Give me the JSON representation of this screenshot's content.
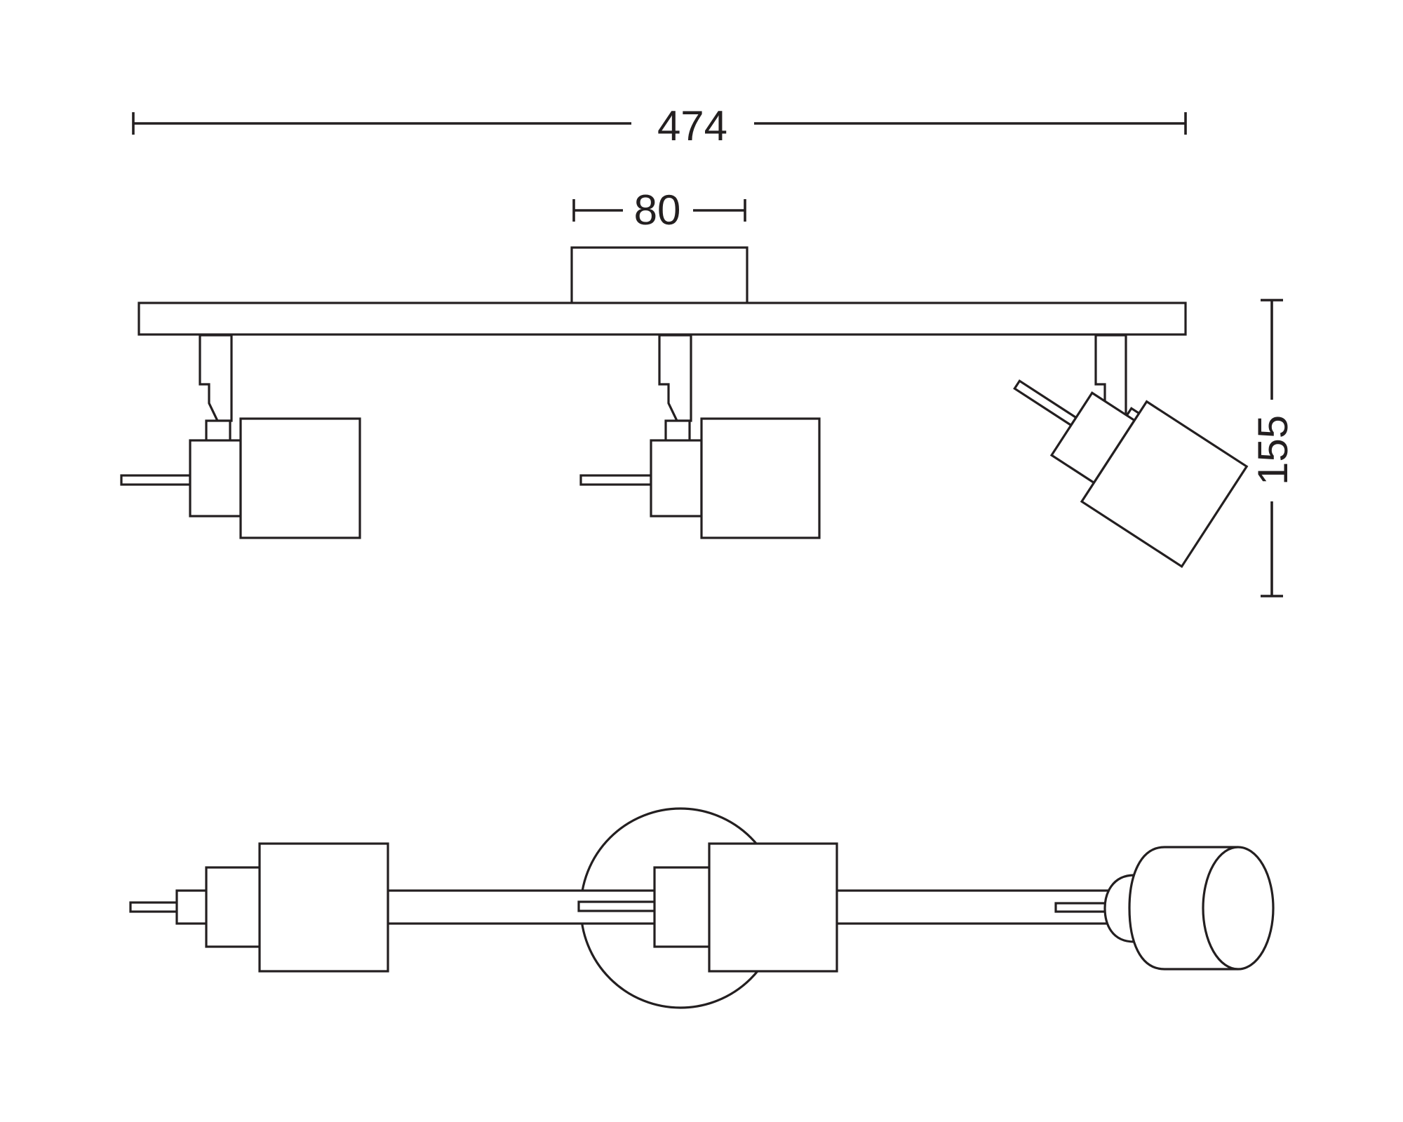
{
  "dimensions": {
    "overall_width": "474",
    "mount_width": "80",
    "height": "155"
  },
  "colors": {
    "line": "#231f20",
    "background": "#ffffff"
  }
}
